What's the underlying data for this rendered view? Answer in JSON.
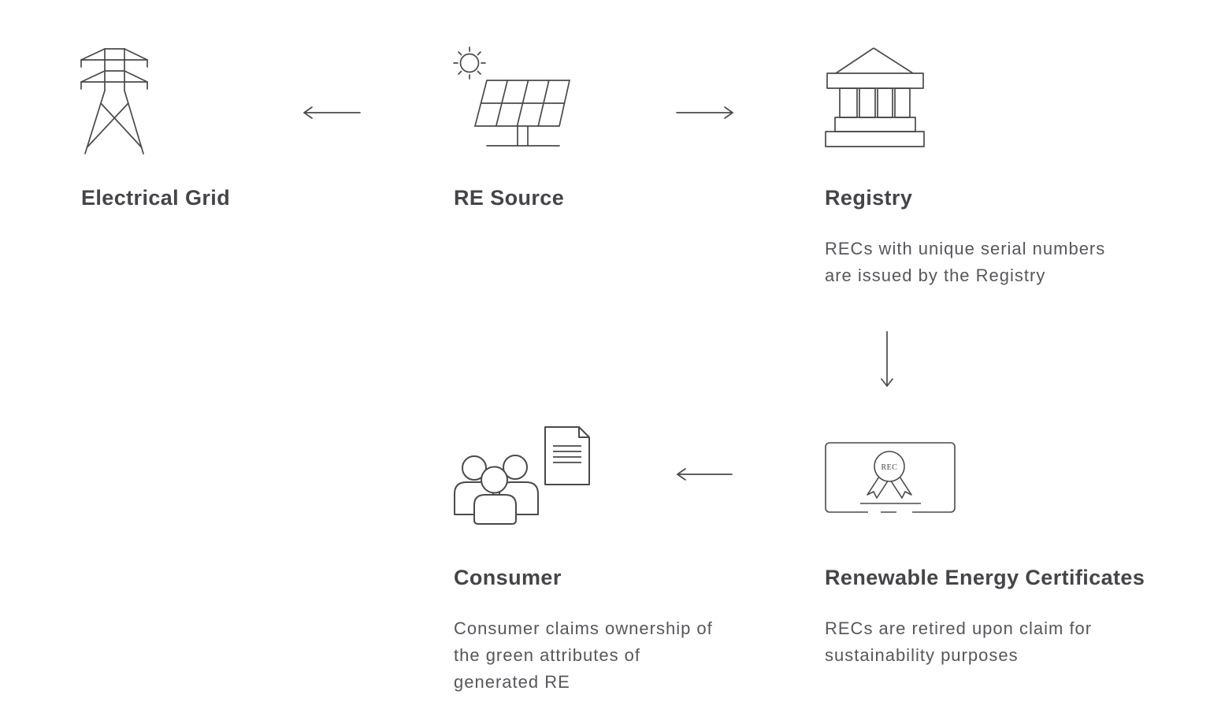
{
  "diagram": {
    "nodes": {
      "electrical_grid": {
        "label": "Electrical Grid",
        "icon": "transmission-tower-icon"
      },
      "re_source": {
        "label": "RE Source",
        "icon": "solar-panel-sun-icon"
      },
      "registry": {
        "label": "Registry",
        "icon": "bank-building-icon",
        "desc_lines": [
          "RECs with unique serial numbers",
          "are issued by the Registry"
        ]
      },
      "certificates": {
        "label": "Renewable Energy Certificates",
        "icon": "certificate-ribbon-icon",
        "badge_text": "REC",
        "desc_lines": [
          "RECs are retired upon claim for",
          "sustainability purposes"
        ]
      },
      "consumer": {
        "label": "Consumer",
        "icon": "people-with-document-icon",
        "desc_lines": [
          "Consumer claims ownership of",
          "the green attributes of",
          "generated RE"
        ]
      }
    },
    "edges": [
      {
        "from": "RE Source",
        "to": "Electrical Grid",
        "direction": "left"
      },
      {
        "from": "RE Source",
        "to": "Registry",
        "direction": "right"
      },
      {
        "from": "Registry",
        "to": "Renewable Energy Certificates",
        "direction": "down"
      },
      {
        "from": "Renewable Energy Certificates",
        "to": "Consumer",
        "direction": "left"
      }
    ],
    "colors": {
      "background": "#ffffff",
      "line": "#4a4a4d",
      "heading": "#454549",
      "body": "#56575b"
    }
  }
}
